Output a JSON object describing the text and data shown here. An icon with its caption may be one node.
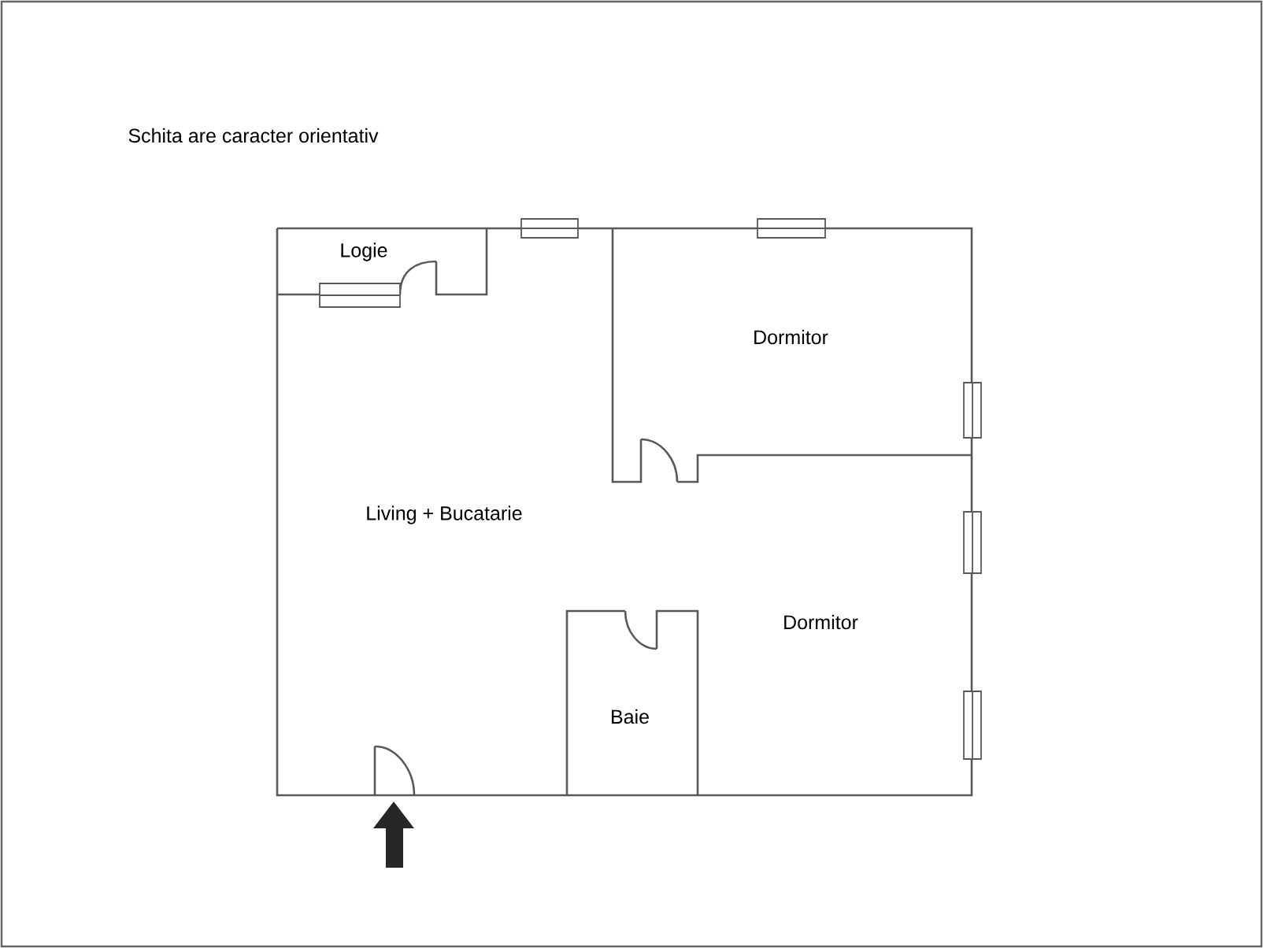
{
  "diagram": {
    "labels": [
      "Schita are caracter orientativ",
      "Logie",
      "Dormitor",
      "Living + Bucatarie",
      "Dormitor",
      "Baie"
    ]
  }
}
